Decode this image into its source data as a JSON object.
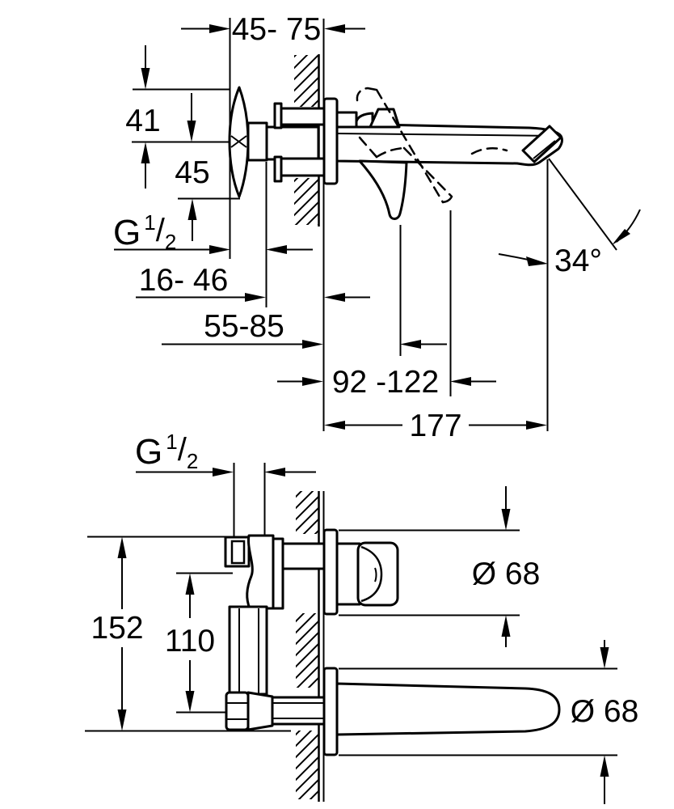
{
  "drawing": {
    "top_view": {
      "dim_depth": "45- 75",
      "dim_height_top": "41",
      "dim_height_bottom": "45",
      "thread": {
        "prefix": "G",
        "numerator": "1",
        "slash": "/",
        "denominator": "2"
      },
      "dim_wall_to_handle": "16- 46",
      "dim_lever_closed": "55-85",
      "dim_lever_open": "92 -122",
      "dim_spout_reach": "177",
      "spout_angle": "34°"
    },
    "bottom_view": {
      "thread": {
        "prefix": "G",
        "numerator": "1",
        "slash": "/",
        "denominator": "2"
      },
      "dim_body_height": "152",
      "dim_port_distance": "110",
      "dim_rosette_upper": "Ø 68",
      "dim_rosette_lower": "Ø 68"
    }
  }
}
